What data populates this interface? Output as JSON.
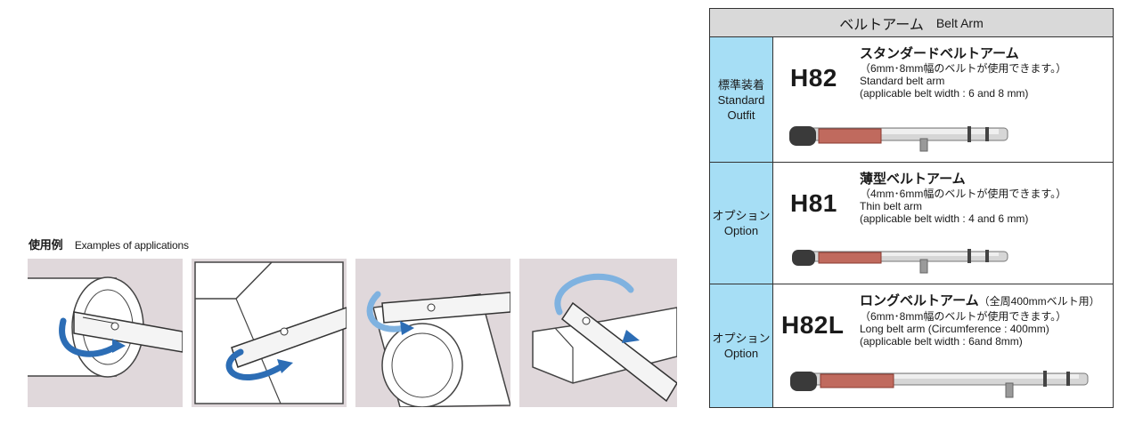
{
  "applications": {
    "title_jp": "使用例",
    "title_en": "Examples of applications"
  },
  "belt_arm": {
    "header_jp": "ベルトアーム",
    "header_en": "Belt Arm",
    "rows": [
      {
        "label_jp": "標準装着",
        "label_en_1": "Standard",
        "label_en_2": "Outfit",
        "model": "H82",
        "name_jp": "スタンダードベルトアーム",
        "name_suffix": "",
        "width_jp": "（6mm･8mm幅のベルトが使用できます。）",
        "name_en": "Standard belt arm",
        "width_en": "(applicable belt width : 6 and 8 mm)"
      },
      {
        "label_jp": "オプション",
        "label_en_1": "Option",
        "label_en_2": "",
        "model": "H81",
        "name_jp": "薄型ベルトアーム",
        "name_suffix": "",
        "width_jp": "（4mm･6mm幅のベルトが使用できます。）",
        "name_en": "Thin belt arm",
        "width_en": "(applicable belt width : 4 and 6 mm)"
      },
      {
        "label_jp": "オプション",
        "label_en_1": "Option",
        "label_en_2": "",
        "model": "H82L",
        "name_jp": "ロングベルトアーム",
        "name_suffix": "（全周400mmベルト用）",
        "width_jp": "（6mm･8mm幅のベルトが使用できます。）",
        "name_en": "Long belt arm (Circumference : 400mm)",
        "width_en": "(applicable belt width : 6and 8mm)"
      }
    ]
  },
  "colors": {
    "label_bg": "#a6def5",
    "header_bg": "#d9d9d9",
    "app_bg": "#e0d8db",
    "arrow_blue": "#2c6db5",
    "belt_red": "#c06a5e"
  }
}
